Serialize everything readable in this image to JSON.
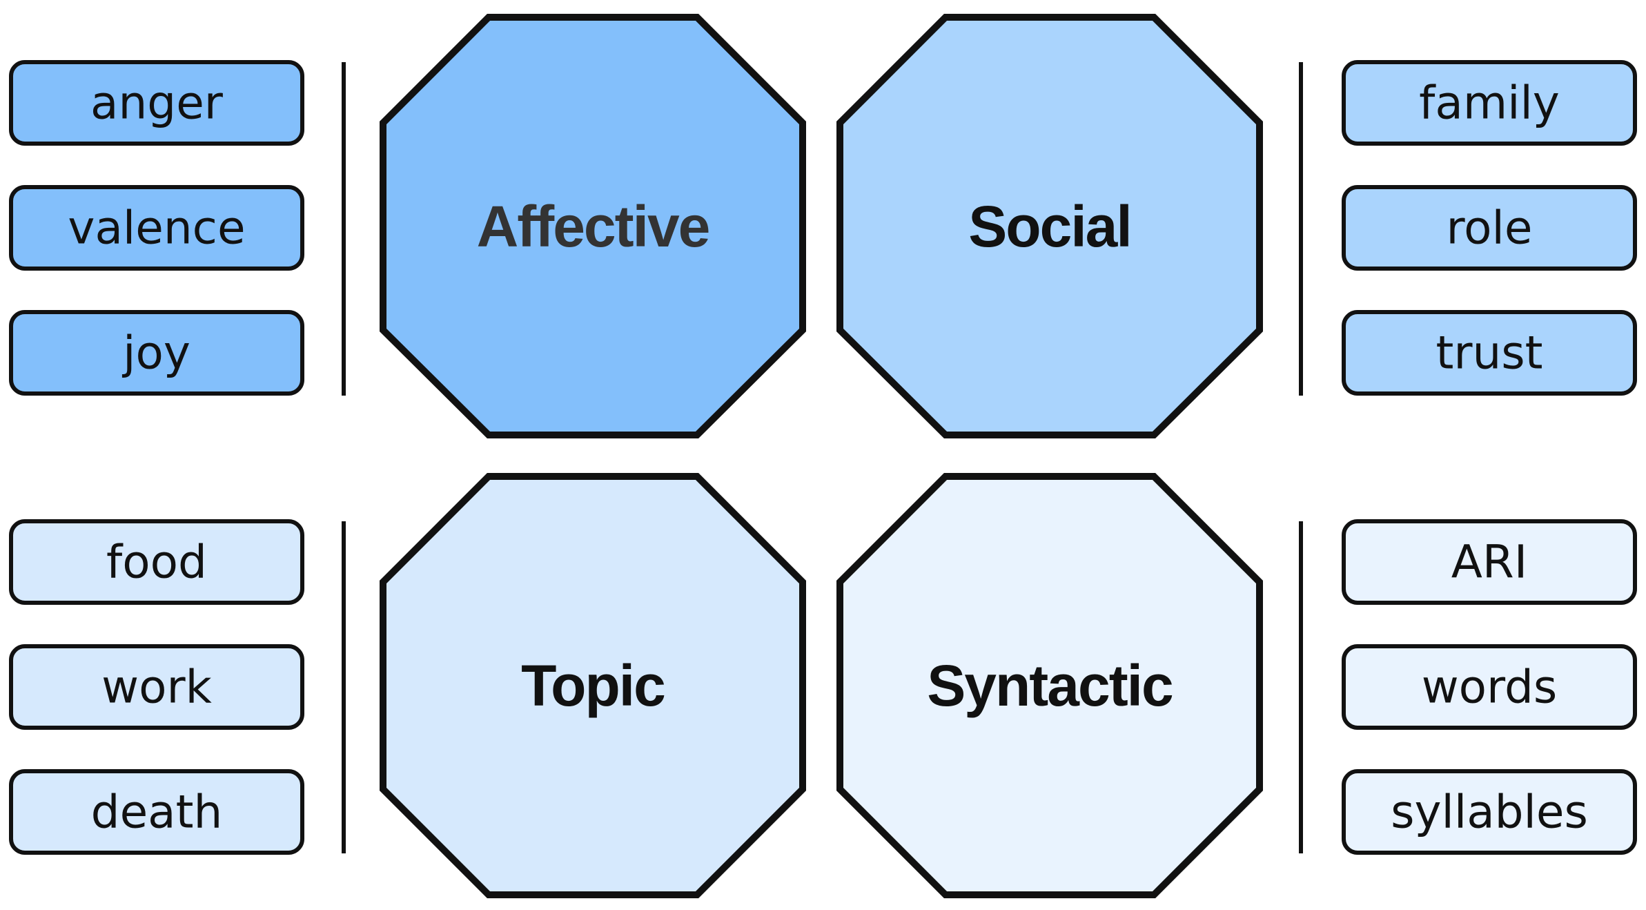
{
  "colors": {
    "outline": "#111111",
    "shade_dark": "#83bffb",
    "shade_medium": "#aad4fd",
    "shade_light": "#d6e9fd",
    "shade_lightest": "#e9f3fe",
    "affective_text": "#333333",
    "default_text": "#111111"
  },
  "groups": [
    {
      "name": "Affective",
      "shade": "shade_dark",
      "text_color": "affective_text",
      "items": [
        "anger",
        "valence",
        "joy"
      ]
    },
    {
      "name": "Social",
      "shade": "shade_medium",
      "text_color": "default_text",
      "items": [
        "family",
        "role",
        "trust"
      ]
    },
    {
      "name": "Topic",
      "shade": "shade_light",
      "text_color": "default_text",
      "items": [
        "food",
        "work",
        "death"
      ]
    },
    {
      "name": "Syntactic",
      "shade": "shade_lightest",
      "text_color": "default_text",
      "items": [
        "ARI",
        "words",
        "syllables"
      ]
    }
  ]
}
